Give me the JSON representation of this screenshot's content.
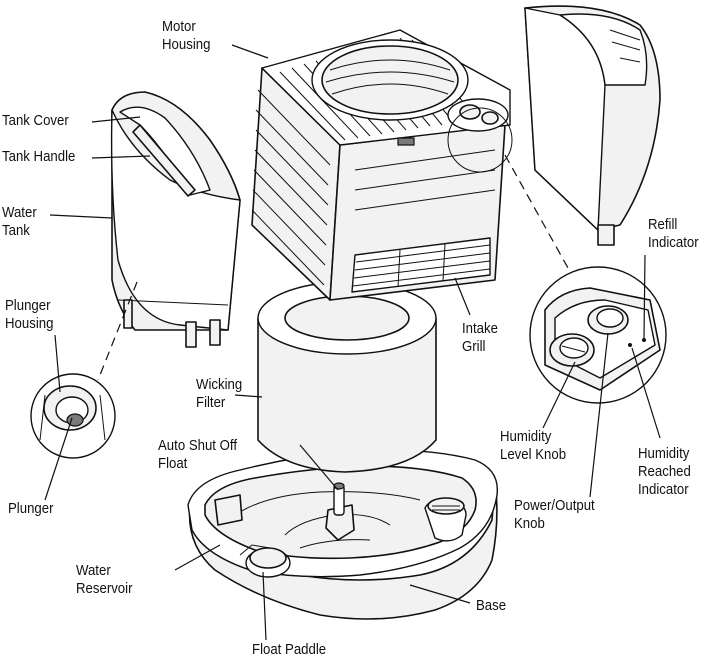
{
  "labels": {
    "motor_housing": [
      "Motor",
      "Housing"
    ],
    "tank_cover": "Tank Cover",
    "tank_handle": "Tank Handle",
    "water_tank": [
      "Water",
      "Tank"
    ],
    "plunger_housing": [
      "Plunger",
      "Housing"
    ],
    "plunger": "Plunger",
    "wicking_filter": [
      "Wicking",
      "Filter"
    ],
    "auto_shut_off_float": [
      "Auto Shut Off",
      "Float"
    ],
    "water_reservoir": [
      "Water",
      "Reservoir"
    ],
    "float_paddle": "Float Paddle",
    "base": "Base",
    "intake_grill": [
      "Intake",
      "Grill"
    ],
    "refill_indicator": [
      "Refill",
      "Indicator"
    ],
    "humidity_level_knob": [
      "Humidity",
      "Level Knob"
    ],
    "humidity_reached_indicator": [
      "Humidity",
      "Reached",
      "Indicator"
    ],
    "power_output_knob": [
      "Power/Output",
      "Knob"
    ]
  }
}
